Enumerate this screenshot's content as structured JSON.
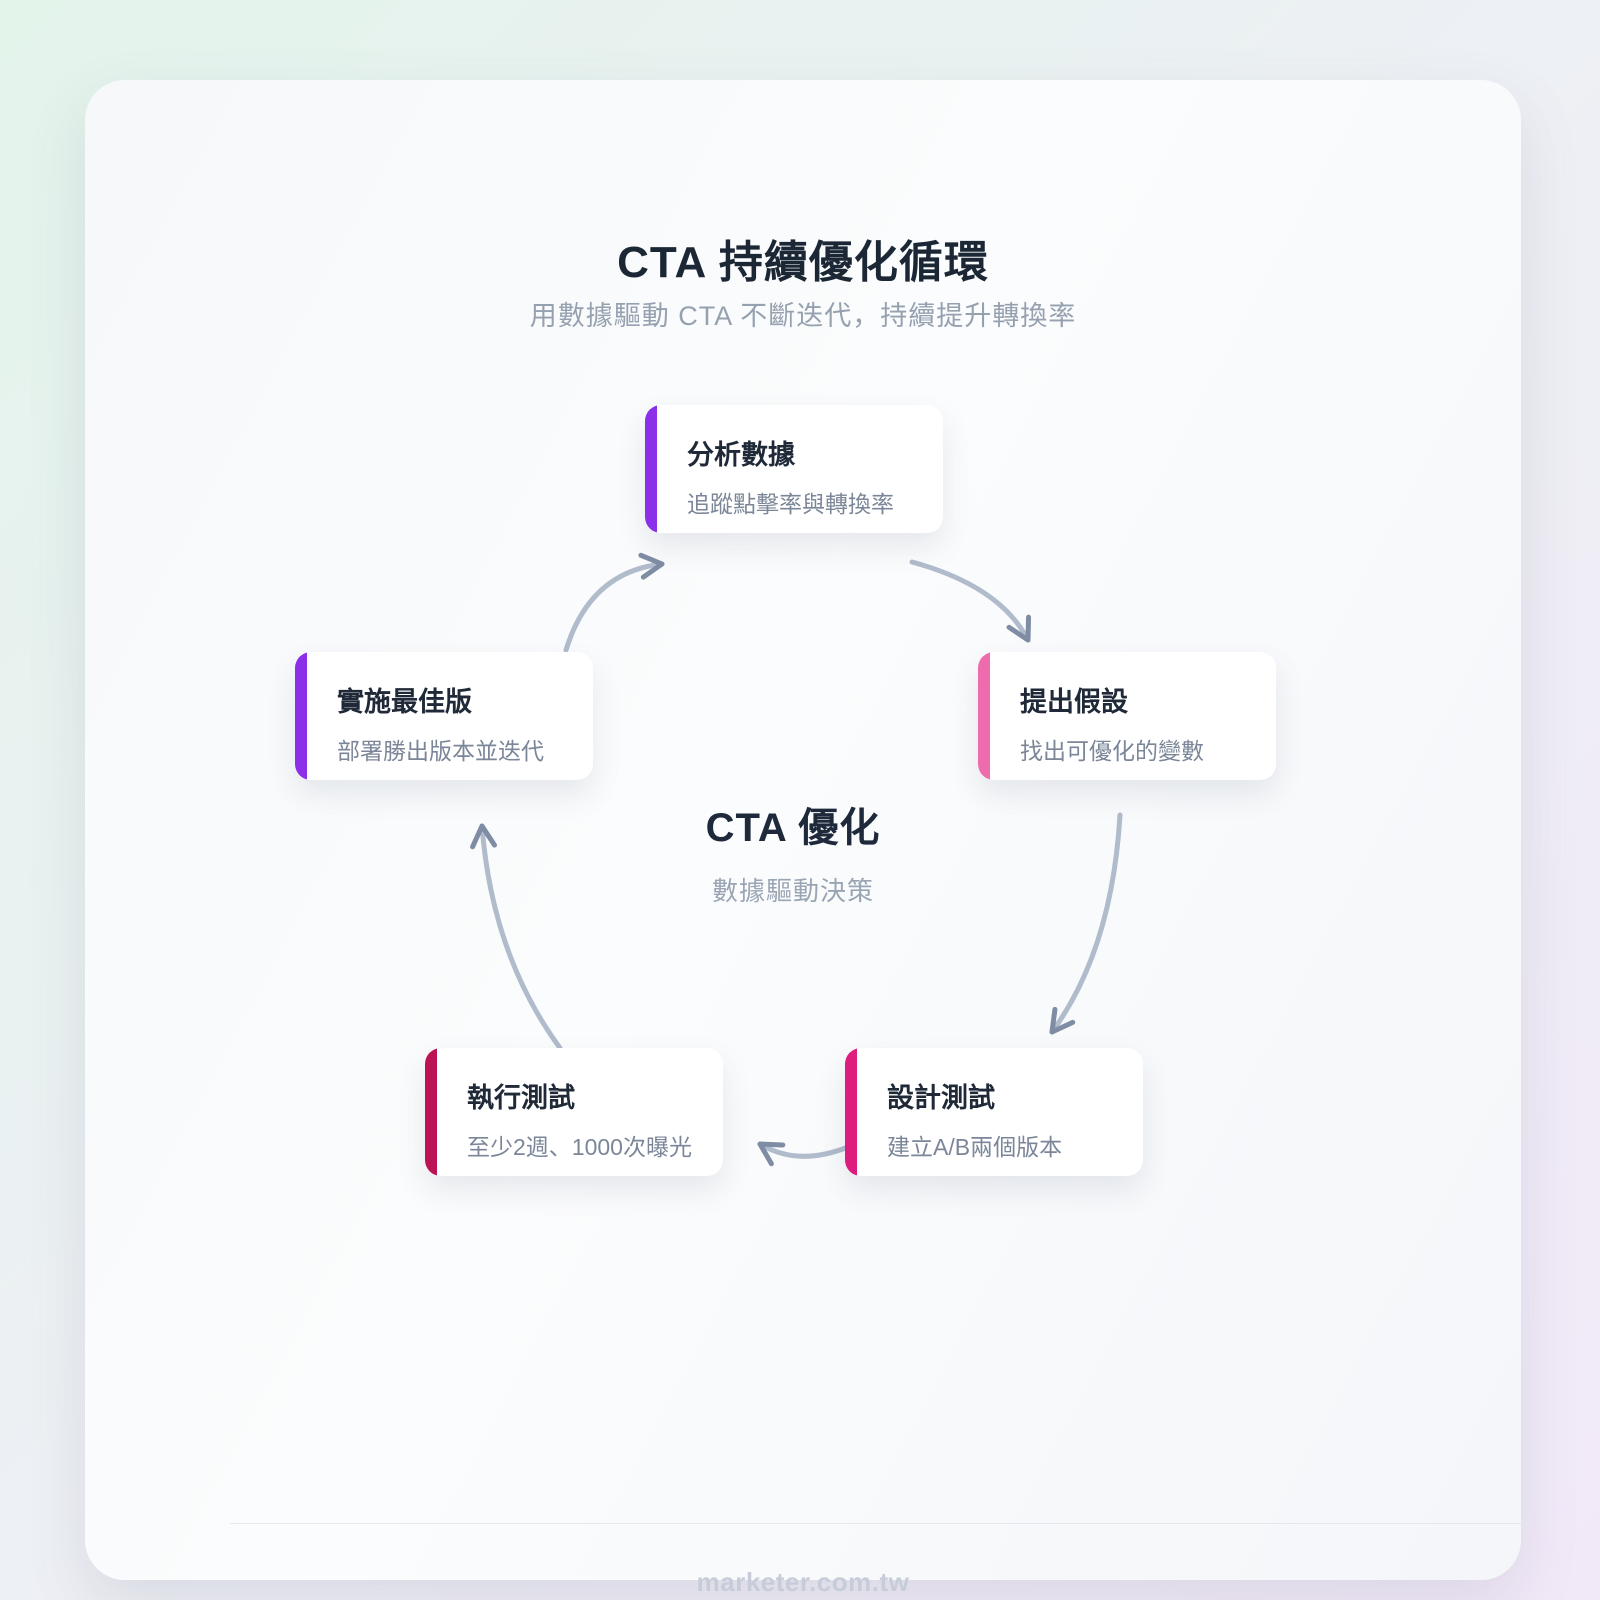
{
  "page": {
    "title": "CTA 持續優化循環",
    "subtitle": "用數據驅動 CTA 不斷迭代，持續提升轉換率",
    "footer": "marketer.com.tw"
  },
  "center": {
    "title": "CTA 優化",
    "subtitle": "數據驅動決策"
  },
  "nodes": [
    {
      "id": "analyze",
      "title": "分析數據",
      "desc": "追蹤點擊率與轉換率",
      "accent": "#8B2FE8"
    },
    {
      "id": "hypothesis",
      "title": "提出假設",
      "desc": "找出可優化的變數",
      "accent": "#EE6CAE"
    },
    {
      "id": "design",
      "title": "設計測試",
      "desc": "建立A/B兩個版本",
      "accent": "#DE1B7E"
    },
    {
      "id": "run",
      "title": "執行測試",
      "desc": "至少2週、1000次曝光",
      "accent": "#BB1355"
    },
    {
      "id": "implement",
      "title": "實施最佳版",
      "desc": "部署勝出版本並迭代",
      "accent": "#8B2FE8"
    }
  ],
  "arrow_colors": {
    "shaft": "#B0BBCB",
    "head": "#7F8DA4"
  }
}
